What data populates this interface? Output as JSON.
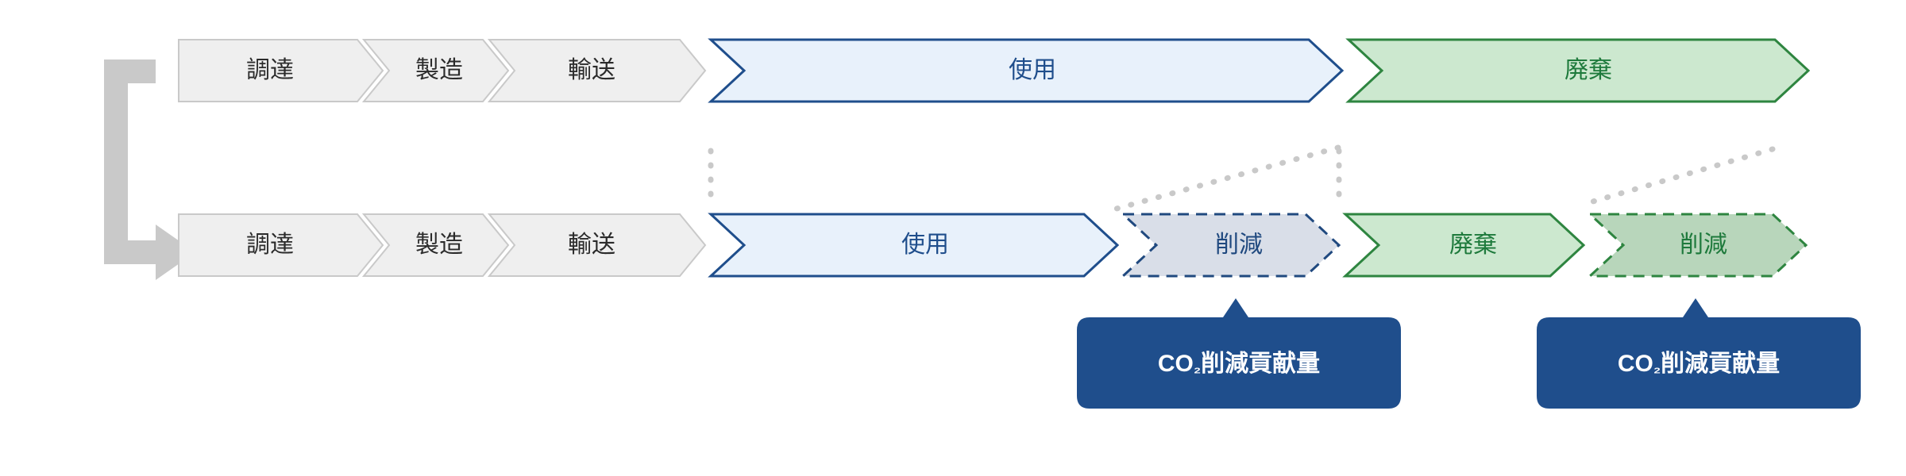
{
  "diagram": {
    "title": "CO2 reduction contribution lifecycle comparison",
    "colors": {
      "gray_fill": "#efefef",
      "gray_stroke": "#c9c9c9",
      "gray_text": "#2b2b2b",
      "blue_fill": "#e8f1fb",
      "blue_stroke": "#1f4e8c",
      "blue_text": "#1f4e8c",
      "green_fill": "#cce8cf",
      "green_stroke": "#2e8540",
      "green_text": "#1e7a3c",
      "reduce_blue_fill": "#d9dee8",
      "reduce_blue_stroke": "#20497f",
      "reduce_green_fill": "#b8d6bb",
      "reduce_green_stroke": "#2e8540",
      "badge_fill": "#1f4e8c",
      "badge_text": "#ffffff",
      "connector_dot": "#c9c9c9",
      "bracket_arrow": "#c9c9c9"
    },
    "bracket": {
      "name": "comparison-bracket-arrow"
    },
    "rows": [
      {
        "id": "baseline-row",
        "segments": [
          {
            "id": "proc-supply-top",
            "label": "調達",
            "style": "gray"
          },
          {
            "id": "proc-manufacture-top",
            "label": "製造",
            "style": "gray"
          },
          {
            "id": "proc-transport-top",
            "label": "輸送",
            "style": "gray"
          },
          {
            "id": "proc-use-top",
            "label": "使用",
            "style": "blue"
          },
          {
            "id": "proc-disposal-top",
            "label": "廃棄",
            "style": "green"
          }
        ]
      },
      {
        "id": "improved-row",
        "segments": [
          {
            "id": "proc-supply-bottom",
            "label": "調達",
            "style": "gray"
          },
          {
            "id": "proc-manufacture-bottom",
            "label": "製造",
            "style": "gray"
          },
          {
            "id": "proc-transport-bottom",
            "label": "輸送",
            "style": "gray"
          },
          {
            "id": "proc-use-bottom",
            "label": "使用",
            "style": "blue"
          },
          {
            "id": "proc-reduce-use",
            "label": "削減",
            "style": "reduce-blue"
          },
          {
            "id": "proc-disposal-bottom",
            "label": "廃棄",
            "style": "green"
          },
          {
            "id": "proc-reduce-disposal",
            "label": "削減",
            "style": "reduce-green"
          }
        ]
      }
    ],
    "badges": [
      {
        "id": "badge-use-reduction",
        "text_main": "削減貢献量",
        "text_prefix": "CO",
        "text_sub": "₂"
      },
      {
        "id": "badge-disposal-reduction",
        "text_main": "削減貢献量",
        "text_prefix": "CO",
        "text_sub": "₂"
      }
    ]
  }
}
